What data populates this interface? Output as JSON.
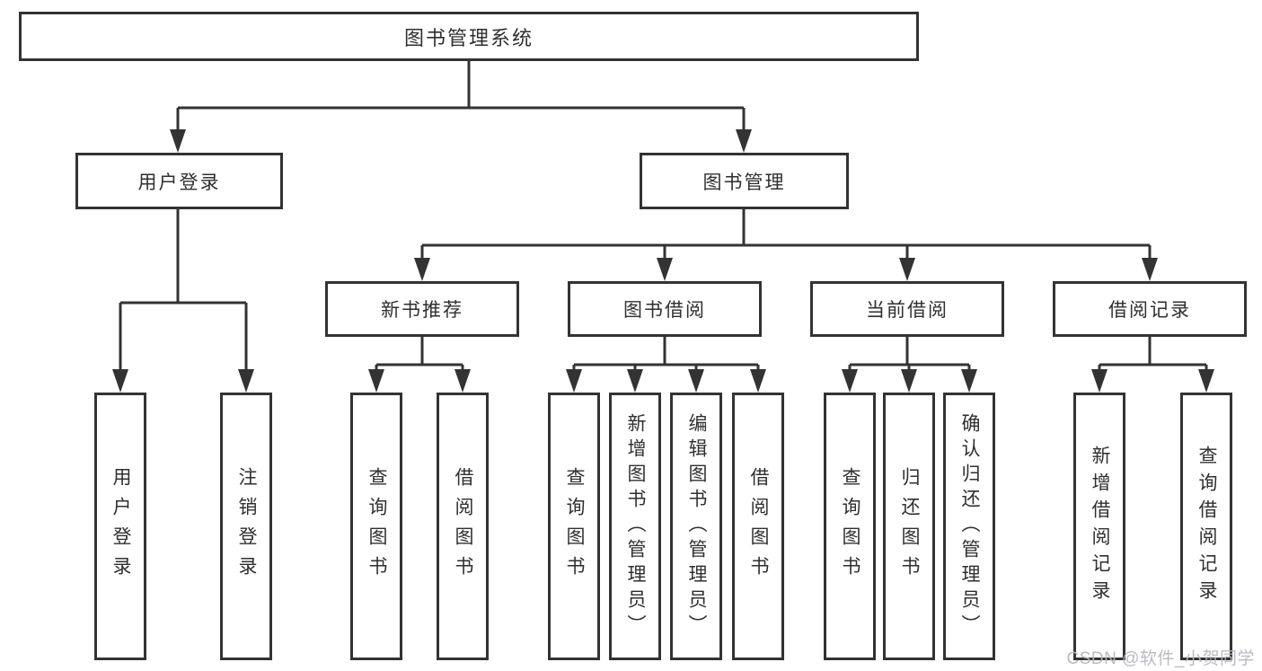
{
  "tree": {
    "label": "图书管理系统",
    "children": [
      {
        "label": "用户登录",
        "children": [
          {
            "label": "用户登录"
          },
          {
            "label": "注销登录"
          }
        ]
      },
      {
        "label": "图书管理",
        "children": [
          {
            "label": "新书推荐",
            "children": [
              {
                "label": "查询图书"
              },
              {
                "label": "借阅图书"
              }
            ]
          },
          {
            "label": "图书借阅",
            "children": [
              {
                "label": "查询图书"
              },
              {
                "label": "新增图书（管理员）"
              },
              {
                "label": "编辑图书（管理员）"
              },
              {
                "label": "借阅图书"
              }
            ]
          },
          {
            "label": "当前借阅",
            "children": [
              {
                "label": "查询图书"
              },
              {
                "label": "归还图书"
              },
              {
                "label": "确认归还（管理员）"
              }
            ]
          },
          {
            "label": "借阅记录",
            "children": [
              {
                "label": "新增借阅记录"
              },
              {
                "label": "查询借阅记录"
              }
            ]
          }
        ]
      }
    ]
  },
  "watermark": "CSDN @软件_小贺同学",
  "colors": {
    "line": "#333333",
    "text": "#2f2f2f",
    "background": "#ffffff",
    "watermark": "#b5b7bd"
  }
}
